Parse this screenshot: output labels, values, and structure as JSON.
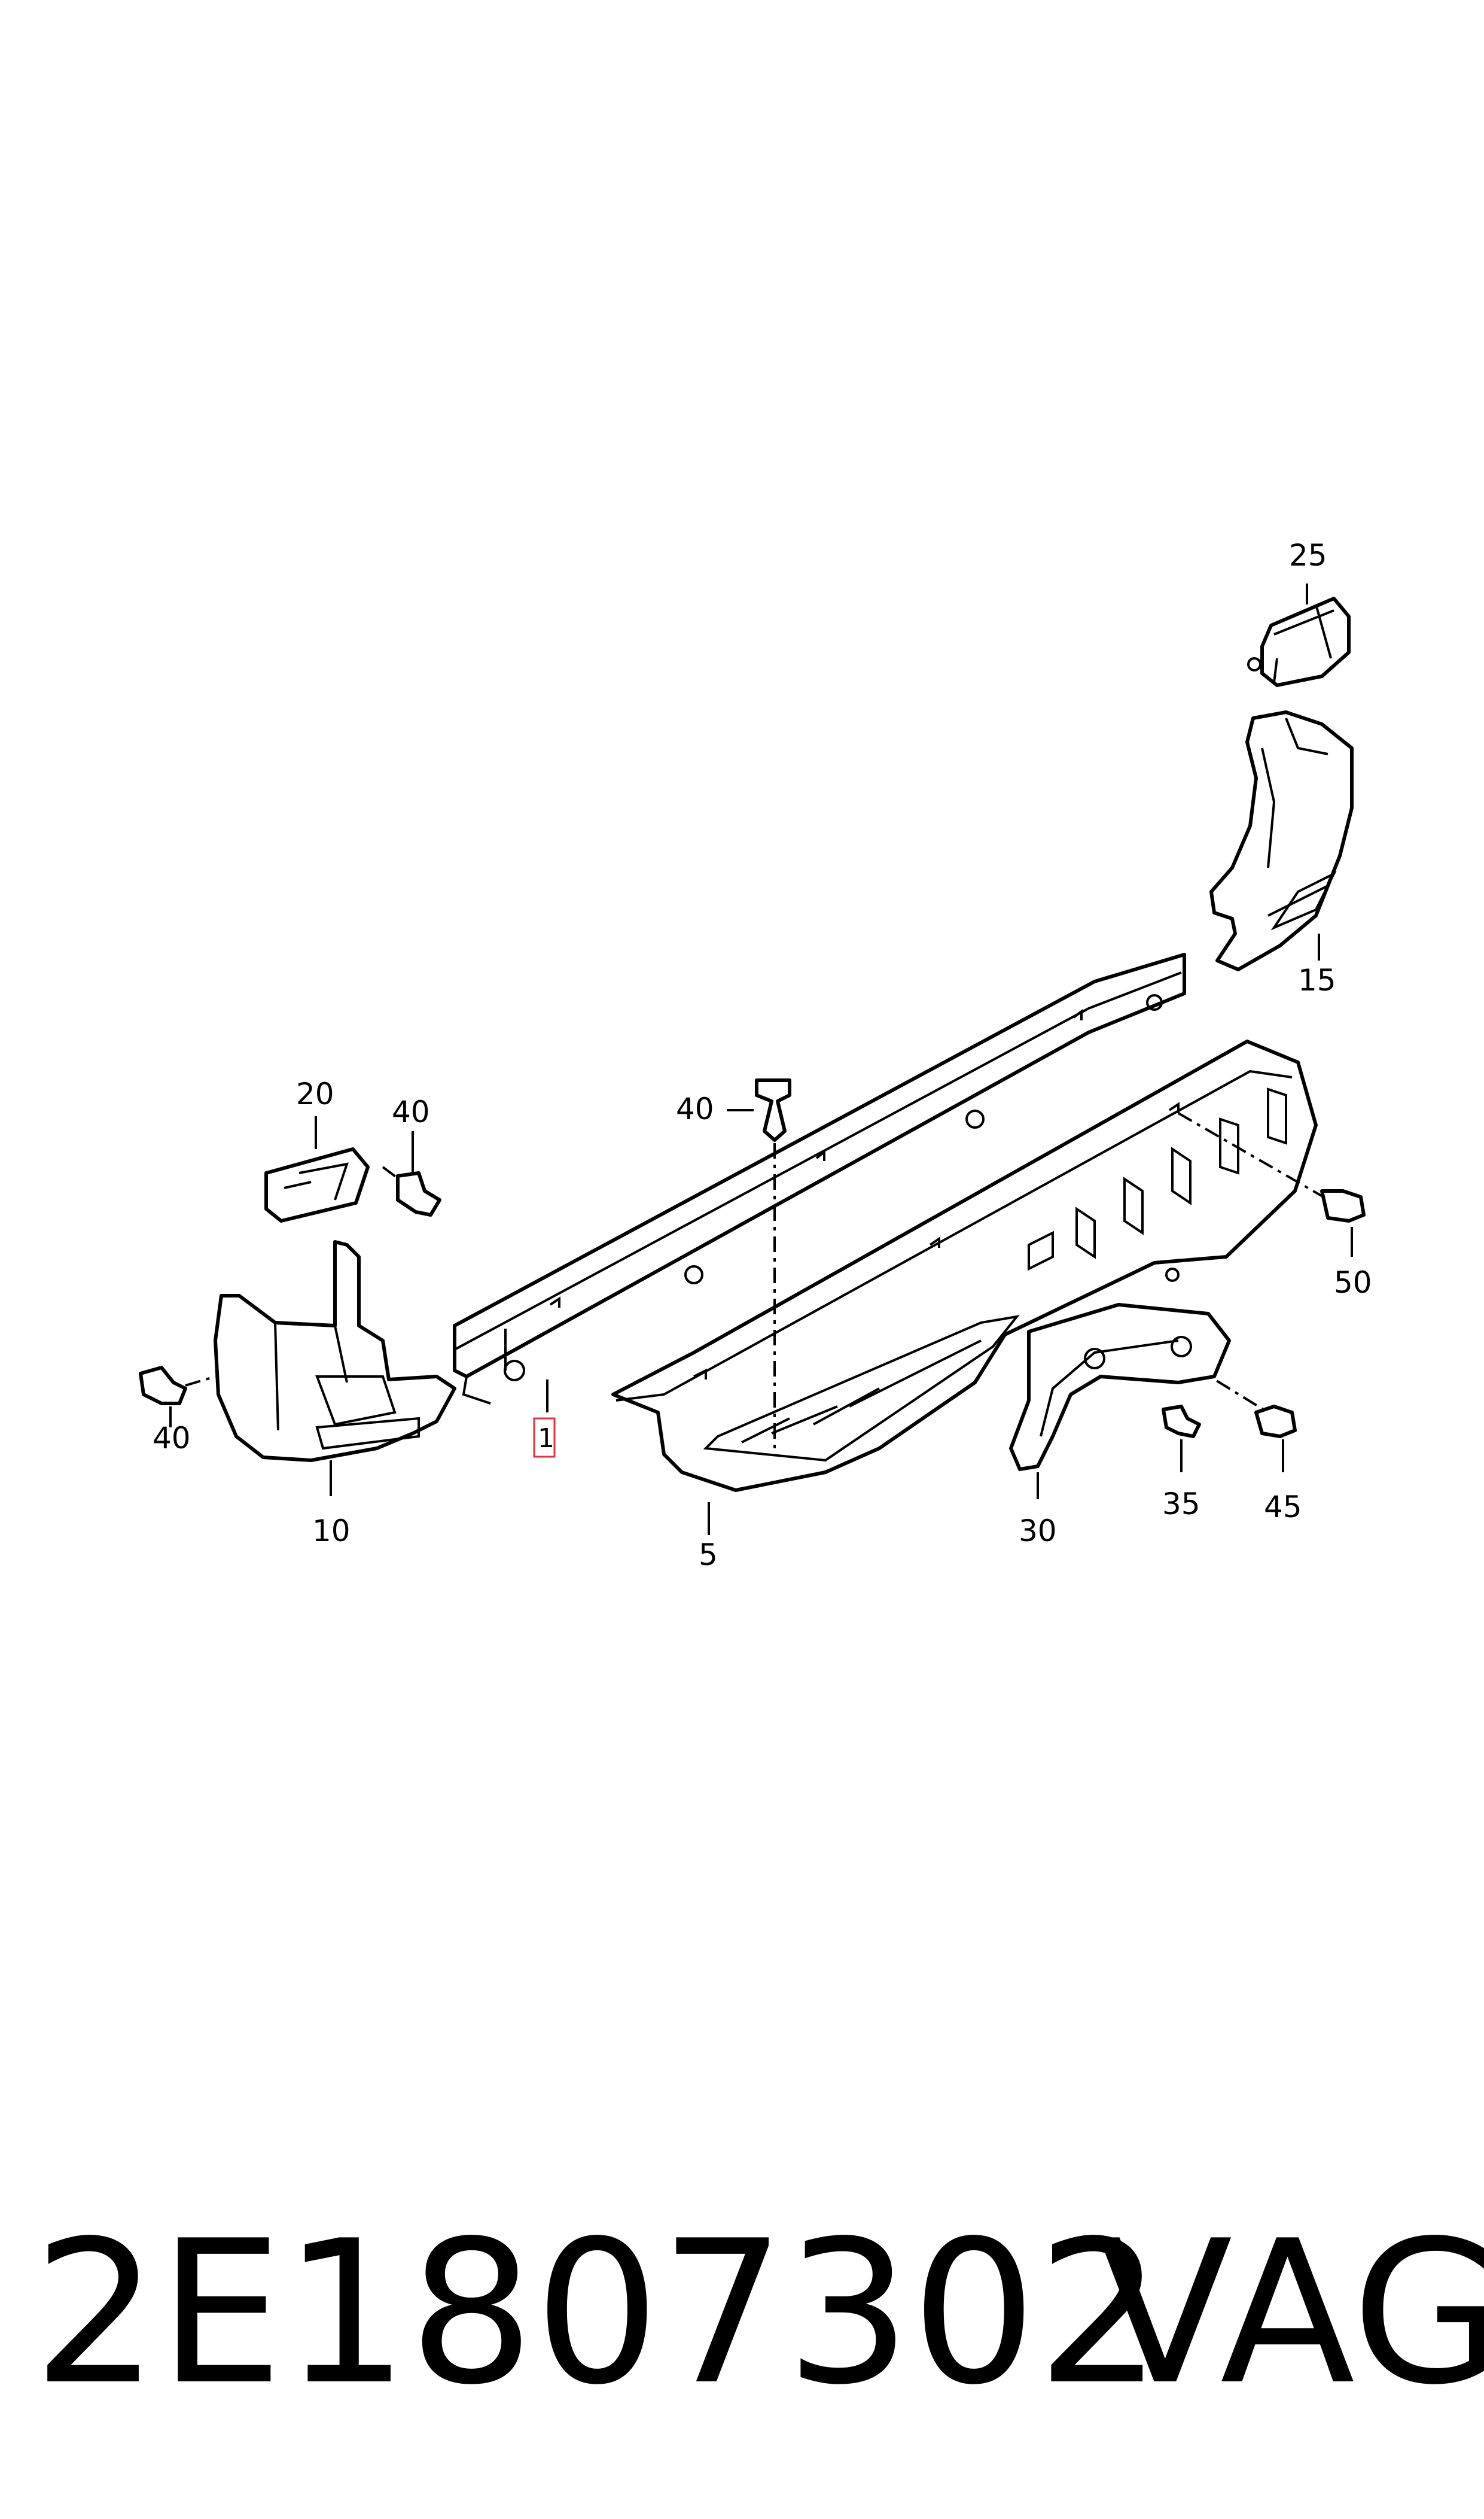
{
  "callouts": {
    "c1": "1",
    "c5": "5",
    "c10": "10",
    "c15": "15",
    "c20": "20",
    "c25": "25",
    "c30": "30",
    "c35": "35",
    "c40a": "40",
    "c40b": "40",
    "c40c": "40",
    "c45": "45",
    "c50": "50"
  },
  "footer": {
    "part_number": "2E1807302",
    "brand": "VAG"
  },
  "colors": {
    "line": "#000000",
    "highlight": "#e8303a",
    "background": "#ffffff"
  }
}
